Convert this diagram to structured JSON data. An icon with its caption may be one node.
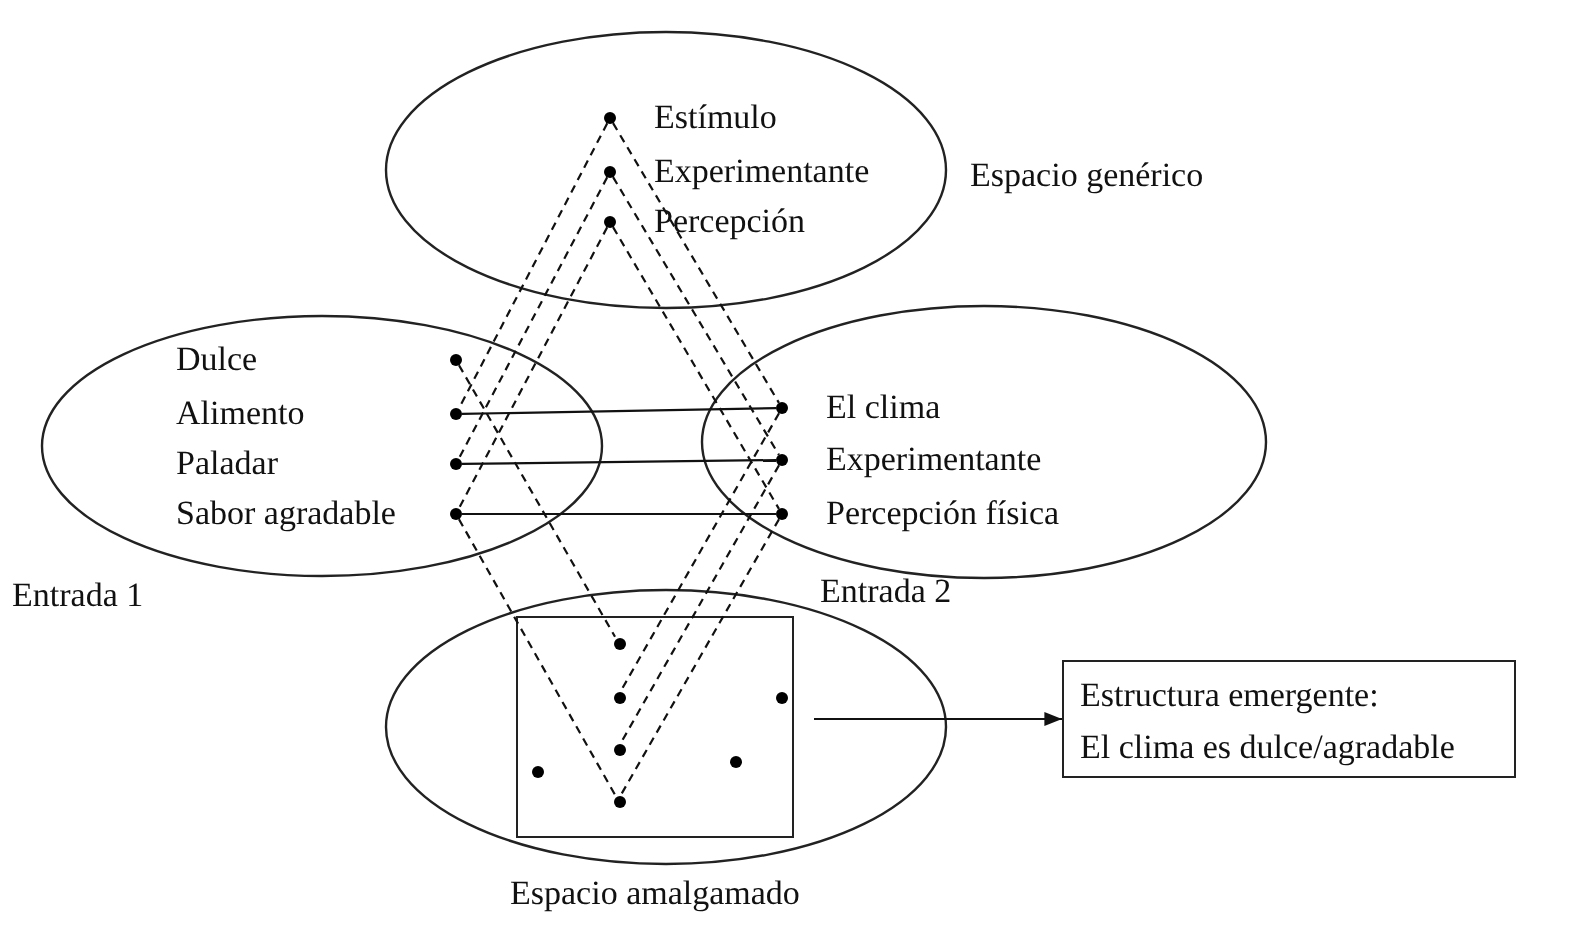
{
  "diagram": {
    "nodes": [
      {
        "text": [
          "Estímulo",
          "Experimentante",
          "Percepción"
        ],
        "beside": [
          "Espacio genérico"
        ]
      },
      {
        "text": [
          "Dulce",
          "Alimento",
          "Paladar",
          "Sabor agradable"
        ],
        "beside": [
          "Entrada 1"
        ]
      },
      {
        "text": [
          "El clima",
          "Experimentante",
          "Percepción física"
        ],
        "beside": [
          "Entrada 2"
        ]
      },
      {
        "text": [],
        "shape": "ellipse",
        "beside": [
          "Espacio amalgamado"
        ]
      },
      {
        "text": [],
        "shape": "box",
        "in": 3
      },
      {
        "text": [
          "Estructura emergente:",
          "El clima es dulce/agradable"
        ]
      },
      {
        "text": [],
        "shape": "circle",
        "in": 0
      },
      {
        "text": [],
        "shape": "circle",
        "in": 0
      },
      {
        "text": [],
        "shape": "circle",
        "in": 0
      },
      {
        "text": [],
        "shape": "circle",
        "in": 1
      },
      {
        "text": [],
        "shape": "circle",
        "in": 1
      },
      {
        "text": [],
        "shape": "circle",
        "in": 1
      },
      {
        "text": [],
        "shape": "circle",
        "in": 1
      },
      {
        "text": [],
        "shape": "circle",
        "in": 2
      },
      {
        "text": [],
        "shape": "circle",
        "in": 2
      },
      {
        "text": [],
        "shape": "circle",
        "in": 2
      },
      {
        "text": [],
        "shape": "circle",
        "in": 4
      },
      {
        "text": [],
        "shape": "circle",
        "in": 4
      },
      {
        "text": [],
        "shape": "circle",
        "in": 4
      },
      {
        "text": [],
        "shape": "circle",
        "in": 4
      },
      {
        "text": [],
        "shape": "circle",
        "in": 4
      },
      {
        "text": [],
        "shape": "circle",
        "in": 4
      },
      {
        "text": [],
        "shape": "circle",
        "in": 4
      }
    ],
    "edges": [
      {
        "from": 10,
        "to": 13,
        "arrow": "none"
      },
      {
        "from": 11,
        "to": 14,
        "arrow": "none"
      },
      {
        "from": 12,
        "to": 15,
        "arrow": "none"
      },
      {
        "from": 6,
        "to": 10,
        "arrow": "none",
        "style": "dashed"
      },
      {
        "from": 7,
        "to": 11,
        "arrow": "none",
        "style": "dashed"
      },
      {
        "from": 8,
        "to": 12,
        "arrow": "none",
        "style": "dashed"
      },
      {
        "from": 6,
        "to": 13,
        "arrow": "none",
        "style": "dashed"
      },
      {
        "from": 7,
        "to": 14,
        "arrow": "none",
        "style": "dashed"
      },
      {
        "from": 8,
        "to": 15,
        "arrow": "none",
        "style": "dashed"
      },
      {
        "from": 9,
        "to": 16,
        "arrow": "none",
        "style": "dashed"
      },
      {
        "from": 12,
        "to": 22,
        "arrow": "none",
        "style": "dashed"
      },
      {
        "from": 13,
        "to": 17,
        "arrow": "none",
        "style": "dashed"
      },
      {
        "from": 14,
        "to": 19,
        "arrow": "none",
        "style": "dashed"
      },
      {
        "from": 15,
        "to": 22,
        "arrow": "none",
        "style": "dashed"
      },
      {
        "from": 4,
        "to": 5,
        "arrow": "to"
      }
    ]
  }
}
